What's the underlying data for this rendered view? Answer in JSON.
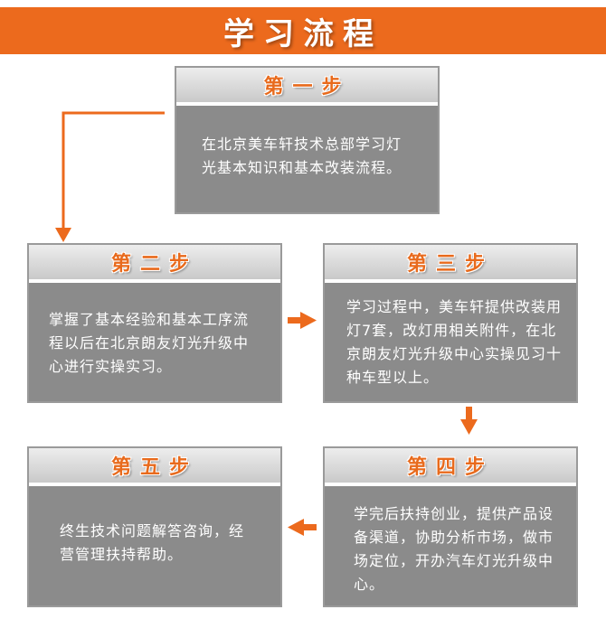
{
  "title": "学习流程",
  "steps": [
    {
      "title": "第一步",
      "text": "在北京美车轩技术总部学习灯光基本知识和基本改装流程。"
    },
    {
      "title": "第二步",
      "text": "掌握了基本经验和基本工序流程以后在北京朗友灯光升级中心进行实操实习。"
    },
    {
      "title": "第三步",
      "text": "学习过程中，美车轩提供改装用灯7套，改灯用相关附件，在北京朗友灯光升级中心实操见习十种车型以上。"
    },
    {
      "title": "第四步",
      "text": "学完后扶持创业，提供产品设备渠道，协助分析市场，做市场定位，开办汽车灯光升级中心。"
    },
    {
      "title": "第五步",
      "text": "终生技术问题解答咨询，经营管理扶持帮助。"
    }
  ],
  "colors": {
    "accent": "#ec6a1d",
    "card_body": "#8b8b8b",
    "card_head": "#dcdcdc"
  }
}
